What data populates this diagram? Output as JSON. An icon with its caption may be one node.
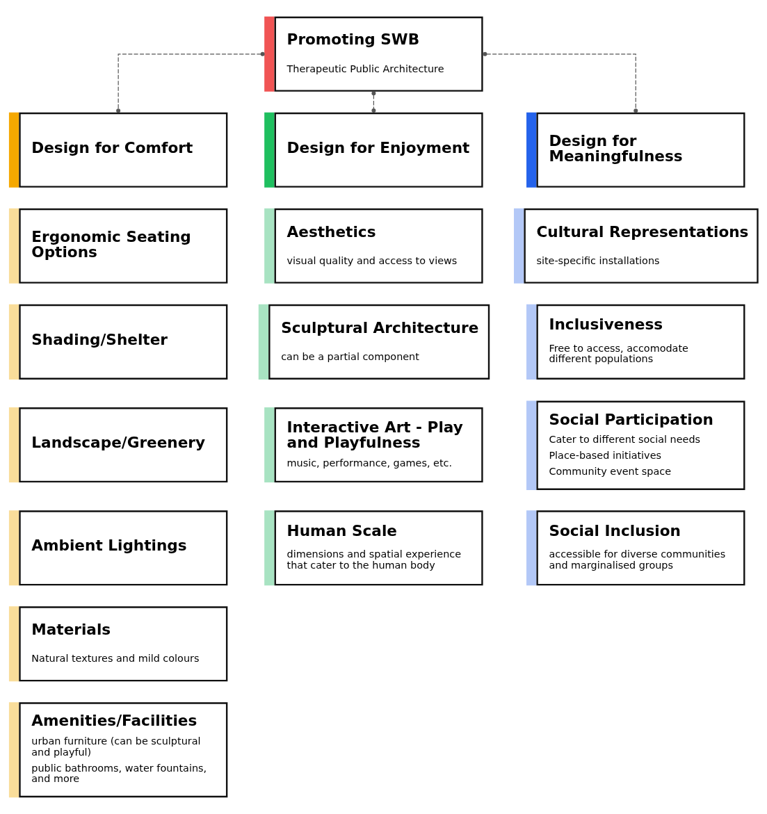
{
  "diagram": {
    "nodes": [
      {
        "text": [
          "Promoting SWB",
          "Therapeutic Public Architecture"
        ]
      },
      {
        "text": [
          "Design for Comfort"
        ]
      },
      {
        "text": [
          "Design for Enjoyment"
        ]
      },
      {
        "text": [
          "Design for Meaningfulness"
        ]
      },
      {
        "text": [
          "Ergonomic Seating Options"
        ]
      },
      {
        "text": [
          "Shading/Shelter"
        ]
      },
      {
        "text": [
          "Landscape/Greenery"
        ]
      },
      {
        "text": [
          "Ambient Lightings"
        ]
      },
      {
        "text": [
          "Materials",
          "Natural textures and mild colours"
        ]
      },
      {
        "text": [
          "Amenities/Facilities",
          "urban furniture (can be sculptural and playful)",
          "public bathrooms, water fountains, and more"
        ]
      },
      {
        "text": [
          "Aesthetics",
          "visual quality and access to views"
        ]
      },
      {
        "text": [
          "Sculptural Architecture",
          "can be a partial component"
        ]
      },
      {
        "text": [
          "Interactive Art - Play and Playfulness",
          "music, performance, games, etc."
        ]
      },
      {
        "text": [
          "Human Scale",
          "dimensions and spatial experience that cater to the human body"
        ]
      },
      {
        "text": [
          "Cultural Representations",
          "site-specific installations"
        ]
      },
      {
        "text": [
          "Inclusiveness",
          "Free to access, accomodate different populations"
        ]
      },
      {
        "text": [
          "Social Participation",
          "Cater to different social needs",
          "Place-based initiatives",
          "Community event space"
        ]
      },
      {
        "text": [
          "Social Inclusion",
          "accessible for diverse communities and marginalised groups"
        ]
      }
    ],
    "edges": [
      {
        "from": 0,
        "to": 1,
        "arrow": "other",
        "style": "dashed"
      },
      {
        "from": 0,
        "to": 2,
        "arrow": "other",
        "style": "dashed"
      },
      {
        "from": 0,
        "to": 3,
        "arrow": "other",
        "style": "dashed"
      }
    ]
  }
}
